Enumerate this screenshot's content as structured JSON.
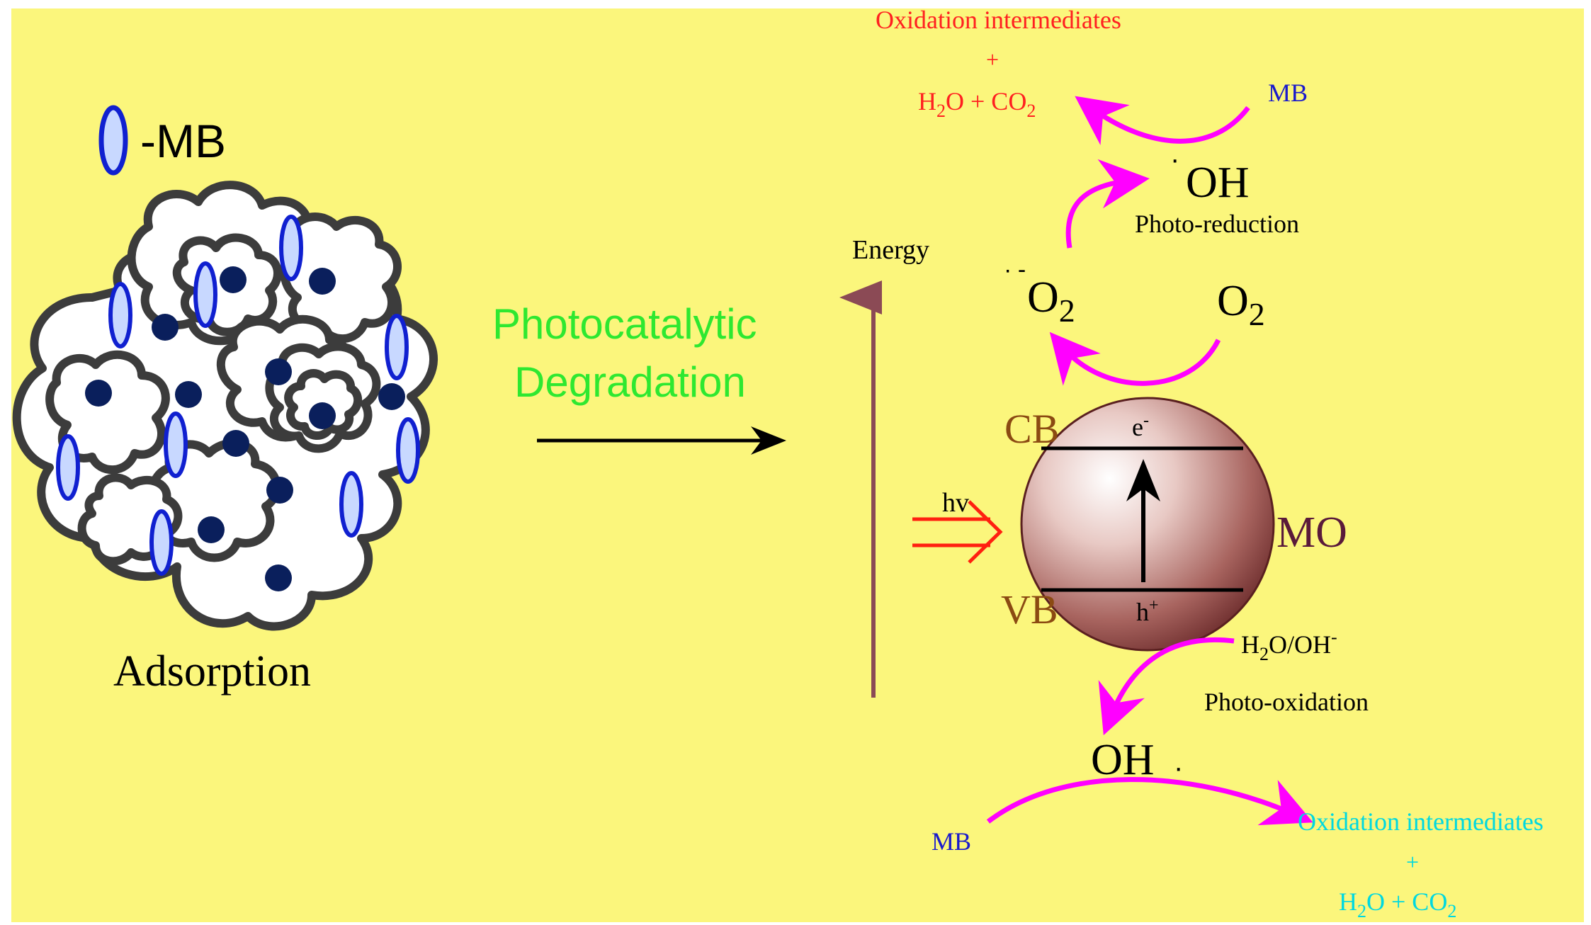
{
  "colors": {
    "background": "#fbf67c",
    "border": "#ffffff",
    "mb_fill": "#c8d8ff",
    "mb_stroke": "#1020d0",
    "particle_dot": "#0a1f5c",
    "cloud_stroke": "#3c3c3c",
    "green_text": "#2ee830",
    "red_text": "#ff2020",
    "blue_text": "#1a1acc",
    "cyan_text": "#00d8e0",
    "magenta_arrow": "#ff00ff",
    "energy_arrow": "#8b4a55",
    "band_text": "#8b4a12",
    "mo_text": "#5a1a3a",
    "hv_arrow": "#ff2010"
  },
  "left": {
    "legend_label": "-MB",
    "adsorption_label": "Adsorption"
  },
  "middle": {
    "process_line1": "Photocatalytic",
    "process_line2": "Degradation"
  },
  "right": {
    "energy_label": "Energy",
    "cb_label": "CB",
    "vb_label": "VB",
    "mo_label": "MO",
    "electron_label": "e",
    "electron_sup": "-",
    "hole_label": "h",
    "hole_sup": "+",
    "hv_label": "hv",
    "o2_label": "O",
    "o2_sub": "2",
    "superoxide_label": "O",
    "superoxide_sub": "2",
    "superoxide_mark": "∙ -",
    "oh_top_label": "OH",
    "oh_top_dot": "·",
    "photo_reduction_label": "Photo-reduction",
    "mb_top_label": "MB",
    "top_products": {
      "line1": "Oxidation intermediates",
      "plus": "+",
      "h2o": "H",
      "h2o_sub": "2",
      "h2o_rest": "O + CO",
      "co2_sub": "2"
    },
    "h2o_oh_label": "H",
    "h2o_oh_sub": "2",
    "h2o_oh_rest": "O/OH",
    "h2o_oh_sup": "-",
    "photo_oxidation_label": "Photo-oxidation",
    "oh_bottom_label": "OH",
    "oh_bottom_dot": "·",
    "mb_bottom_label": "MB",
    "bottom_products": {
      "line1": "Oxidation intermediates",
      "plus": "+",
      "h2o": "H",
      "h2o_sub": "2",
      "h2o_rest": "O + CO",
      "co2_sub": "2"
    }
  }
}
